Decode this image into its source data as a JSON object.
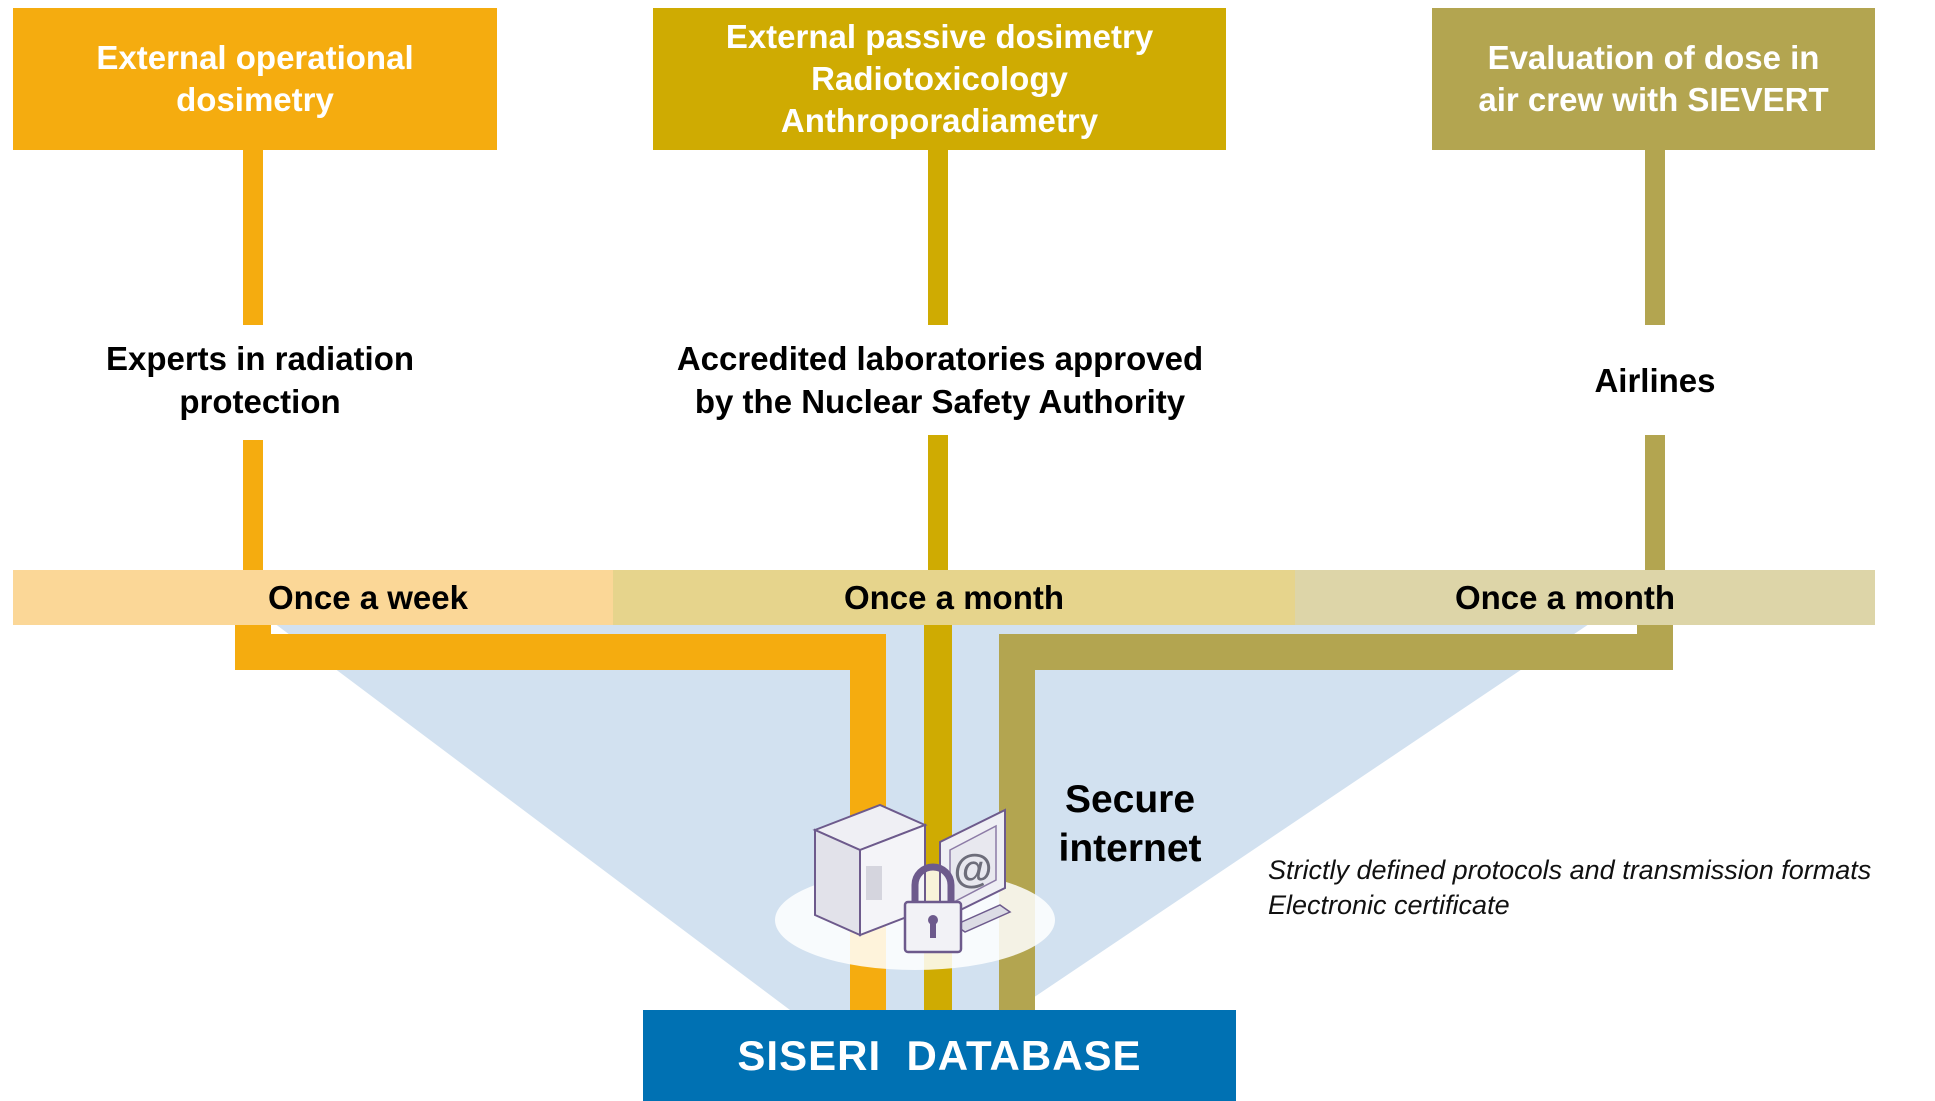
{
  "sources": [
    {
      "title": "External operational\ndosimetry",
      "actor": "Experts in radiation\nprotection",
      "frequency": "Once a week"
    },
    {
      "title": "External passive dosimetry\nRadiotoxicology\nAnthroporadiametry",
      "actor": "Accredited laboratories approved\nby the Nuclear Safety Authority",
      "frequency": "Once a month"
    },
    {
      "title": "Evaluation of dose in\nair crew with SIEVERT",
      "actor": "Airlines",
      "frequency": "Once a month"
    }
  ],
  "channel": {
    "label": "Secure\ninternet"
  },
  "notes": [
    "Strictly defined protocols and transmission formats",
    "Electronic certificate"
  ],
  "database": {
    "label": "SISERI  DATABASE"
  },
  "colors": {
    "operational": "#f5ac0f",
    "passive": "#cfab02",
    "aircrew": "#b3a550",
    "funnel": "#d2e1f0",
    "database": "#0071b3"
  },
  "icons": [
    "server-icon",
    "monitor-icon",
    "at-sign-icon",
    "padlock-icon"
  ]
}
